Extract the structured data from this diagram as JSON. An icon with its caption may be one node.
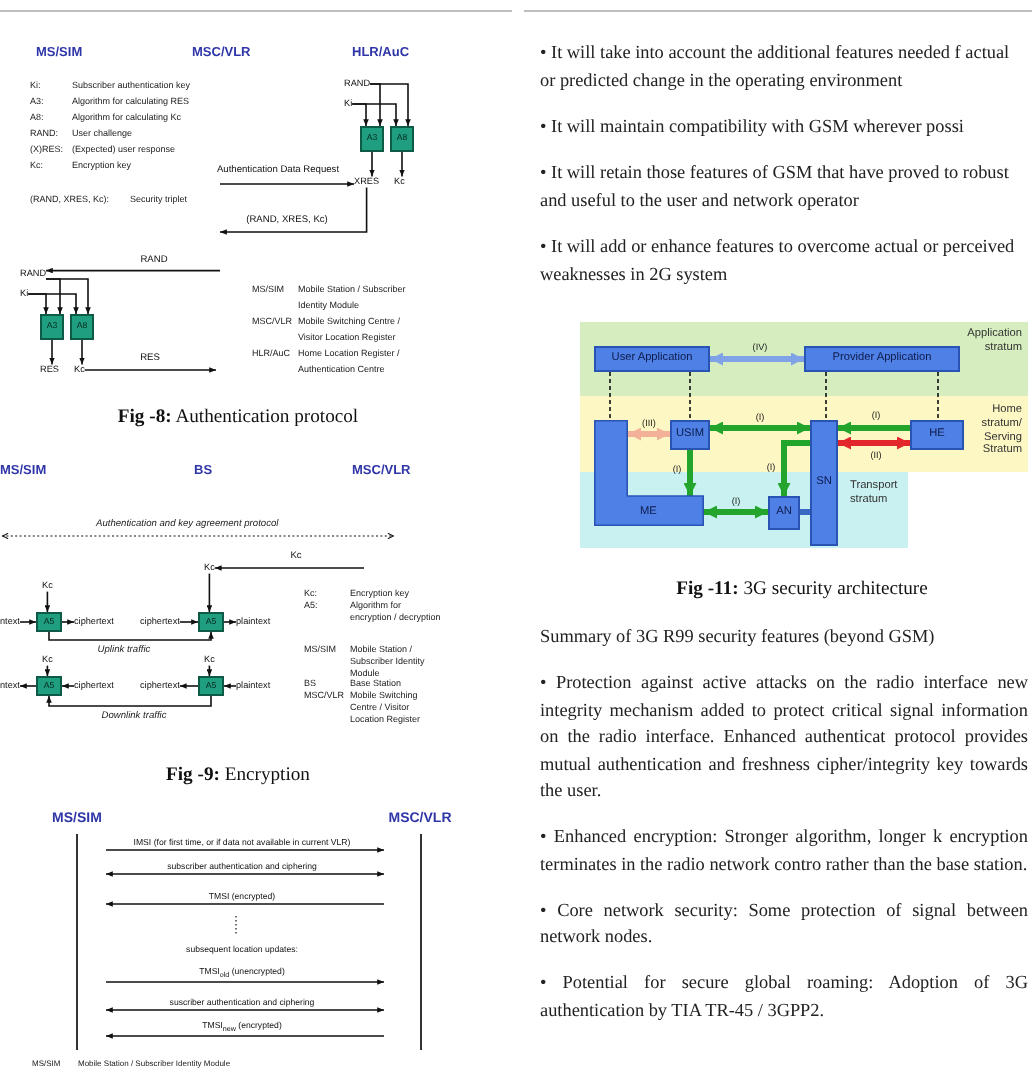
{
  "diagram": {
    "nodes": [
      {
        "text": [
          "RAND"
        ]
      },
      {
        "text": [
          "Ki"
        ]
      },
      {
        "text": [
          "A3"
        ]
      },
      {
        "text": [
          "A8"
        ]
      },
      {
        "text": [
          "XRES"
        ]
      },
      {
        "text": [
          "Kc"
        ]
      },
      {
        "text": [
          "RAND"
        ]
      },
      {
        "text": [
          "Ki"
        ]
      },
      {
        "text": [
          "A3"
        ]
      },
      {
        "text": [
          "A8"
        ]
      },
      {
        "text": [
          "RES"
        ]
      },
      {
        "text": [
          "Kc"
        ]
      },
      {
        "text": [
          "ntext"
        ]
      },
      {
        "text": [
          "Kc"
        ]
      },
      {
        "text": [
          "A5"
        ]
      },
      {
        "text": [
          "ciphertext"
        ]
      },
      {
        "text": [
          "ciphertext"
        ]
      },
      {
        "text": [
          "Kc"
        ]
      },
      {
        "text": [
          "A5"
        ]
      },
      {
        "text": [
          "plaintext"
        ]
      },
      {
        "text": [
          "ntext"
        ]
      },
      {
        "text": [
          "Kc"
        ]
      },
      {
        "text": [
          "A5"
        ]
      },
      {
        "text": [
          "ciphertext"
        ]
      },
      {
        "text": [
          "ciphertext"
        ]
      },
      {
        "text": [
          "Kc"
        ]
      },
      {
        "text": [
          "A5"
        ]
      },
      {
        "text": [
          "plaintext"
        ]
      },
      {
        "text": [
          "MS/SIM"
        ]
      },
      {
        "text": [
          "MSC/VLR"
        ]
      },
      {
        "text": [
          "Application stratum"
        ]
      },
      {
        "text": [
          "User Application"
        ],
        "in": 30
      },
      {
        "text": [
          "Provider Application"
        ],
        "in": 30
      },
      {
        "text": [
          "Home stratum/ Serving Stratum"
        ]
      },
      {
        "text": [
          "ME"
        ]
      },
      {
        "text": [
          "USIM"
        ],
        "in": 33
      },
      {
        "text": [
          "SN"
        ]
      },
      {
        "text": [
          "HE"
        ],
        "in": 33
      },
      {
        "text": [
          "Transport stratum"
        ]
      },
      {
        "text": [
          "AN"
        ],
        "in": 38
      }
    ],
    "edges": [
      {
        "from": 0,
        "to": 2,
        "arrow": "to"
      },
      {
        "from": 0,
        "to": 3,
        "arrow": "to"
      },
      {
        "from": 1,
        "to": 2,
        "arrow": "to"
      },
      {
        "from": 1,
        "to": 3,
        "arrow": "to"
      },
      {
        "from": 2,
        "to": 4,
        "arrow": "to"
      },
      {
        "from": 3,
        "to": 5,
        "arrow": "to"
      },
      {
        "from": null,
        "to": 4,
        "arrow": "to",
        "label": "Authentication Data Request"
      },
      {
        "from": 4,
        "to": null,
        "arrow": "to",
        "label": "(RAND, XRES, Kc)"
      },
      {
        "from": null,
        "to": 6,
        "arrow": "to",
        "label": "RAND"
      },
      {
        "from": 6,
        "to": 8,
        "arrow": "to"
      },
      {
        "from": 6,
        "to": 9,
        "arrow": "to"
      },
      {
        "from": 7,
        "to": 8,
        "arrow": "to"
      },
      {
        "from": 7,
        "to": 9,
        "arrow": "to"
      },
      {
        "from": 8,
        "to": 10,
        "arrow": "to"
      },
      {
        "from": 9,
        "to": 11,
        "arrow": "to"
      },
      {
        "from": 11,
        "to": null,
        "arrow": "to",
        "label": "RES"
      },
      {
        "from": null,
        "to": 17,
        "arrow": "to",
        "label": "Kc"
      },
      {
        "from": 12,
        "to": 14,
        "arrow": "to"
      },
      {
        "from": 13,
        "to": 14,
        "arrow": "to"
      },
      {
        "from": 14,
        "to": 15,
        "arrow": "to"
      },
      {
        "from": 16,
        "to": 18,
        "arrow": "to"
      },
      {
        "from": 17,
        "to": 18,
        "arrow": "to"
      },
      {
        "from": 18,
        "to": 19,
        "arrow": "to"
      },
      {
        "from": 14,
        "to": 18,
        "arrow": "to",
        "label": "Uplink traffic"
      },
      {
        "from": 22,
        "to": 20,
        "arrow": "to"
      },
      {
        "from": 21,
        "to": 22,
        "arrow": "to"
      },
      {
        "from": 23,
        "to": 22,
        "arrow": "to"
      },
      {
        "from": 26,
        "to": 24,
        "arrow": "to"
      },
      {
        "from": 25,
        "to": 26,
        "arrow": "to"
      },
      {
        "from": 27,
        "to": 26,
        "arrow": "to"
      },
      {
        "from": 26,
        "to": 22,
        "arrow": "to",
        "label": "Downlink traffic"
      },
      {
        "from": 28,
        "to": 29,
        "arrow": "to",
        "label": "IMSI (for first time, or if data not available in current VLR)"
      },
      {
        "from": 28,
        "to": 29,
        "arrow": "both",
        "label": "subscriber authentication and ciphering"
      },
      {
        "from": 29,
        "to": 28,
        "arrow": "to",
        "label": "TMSI (encrypted)"
      },
      {
        "from": 28,
        "to": 29,
        "arrow": "to",
        "label": "TMSI$_{old}$ (unencrypted)"
      },
      {
        "from": 28,
        "to": 29,
        "arrow": "both",
        "label": "suscriber authentication and ciphering"
      },
      {
        "from": 29,
        "to": 28,
        "arrow": "to",
        "label": "TMSI$_{new}$ (encrypted)"
      },
      {
        "from": 31,
        "to": 32,
        "arrow": "both",
        "label": "(IV)",
        "style": "thick",
        "color": "#7fa3e6"
      },
      {
        "from": 31,
        "to": 34,
        "arrow": "none",
        "style": "dashed"
      },
      {
        "from": 31,
        "to": 35,
        "arrow": "none",
        "style": "dashed"
      },
      {
        "from": 32,
        "to": 36,
        "arrow": "none",
        "style": "dashed"
      },
      {
        "from": 32,
        "to": 37,
        "arrow": "none",
        "style": "dashed"
      },
      {
        "from": 34,
        "to": 35,
        "arrow": "both",
        "label": "(III)",
        "style": "thick",
        "color": "#f4b19a"
      },
      {
        "from": 35,
        "to": 36,
        "arrow": "both",
        "label": "(I)",
        "style": "thick",
        "color": "#22a52a"
      },
      {
        "from": 37,
        "to": 36,
        "arrow": "to",
        "label": "(I)",
        "style": "thick",
        "color": "#22a52a"
      },
      {
        "from": 36,
        "to": 37,
        "arrow": "both",
        "label": "(II)",
        "style": "thick",
        "color": "#e3262b"
      },
      {
        "from": 35,
        "to": 34,
        "arrow": "to",
        "label": "(I)",
        "style": "thick",
        "color": "#22a52a"
      },
      {
        "from": 36,
        "to": 39,
        "arrow": "to",
        "label": "(I)",
        "style": "thick",
        "color": "#22a52a"
      },
      {
        "from": 34,
        "to": 39,
        "arrow": "both",
        "label": "(I)",
        "style": "thick",
        "color": "#22a52a"
      },
      {
        "from": 39,
        "to": 36,
        "arrow": "none",
        "style": "thick",
        "color": "#3a66c4"
      }
    ],
    "labels": [
      "MS/SIM",
      "MSC/VLR",
      "HLR/AuC",
      "Ki:",
      "Subscriber authentication key",
      "A3:",
      "Algorithm for calculating RES",
      "A8:",
      "Algorithm for calculating Kc",
      "RAND:",
      "User challenge",
      "(X)RES:",
      "(Expected) user response",
      "Kc:",
      "Encryption key",
      "(RAND, XRES, Kc):",
      "Security triplet",
      "MS/SIM",
      "Mobile Station / Subscriber Identity Module",
      "MSC/VLR",
      "Mobile Switching Centre / Visitor Location Register",
      "HLR/AuC",
      "Home Location Register / Authentication Centre",
      "**Fig -8:** Authentication protocol",
      "MS/SIM",
      "BS",
      "MSC/VLR",
      "Authentication and key agreement protocol",
      "Kc:",
      "Encryption key",
      "A5:",
      "Algorithm for encryption / decryption",
      "MS/SIM",
      "Mobile Station / Subscriber Identity Module",
      "BS",
      "Base Station",
      "MSC/VLR",
      "Mobile Switching Centre / Visitor Location Register",
      "**Fig -9:** Encryption",
      "subsequent location updates:",
      "MS/SIM",
      "Mobile Station / Subscriber Identity Module",
      "• It will take into account the additional features needed f actual or predicted change in the operating environment",
      "• It will maintain compatibility with GSM wherever possi",
      "• It will retain those features of GSM that have proved to robust and useful to the user and network operator",
      "• It will add or enhance features to overcome actual or perceived weaknesses in 2G system",
      "**Fig -11:** 3G security architecture",
      "Summary of 3G R99 security features (beyond GSM)",
      "• Protection against active attacks on the radio interface new integrity mechanism added to protect critical signal information on the radio interface. Enhanced authenticat protocol provides mutual authentication and freshness cipher/integrity key towards the user.",
      "• Enhanced encryption: Stronger algorithm, longer k encryption terminates in the radio network contro rather than the base station.",
      "• Core network security: Some protection of signal between network nodes.",
      "• Potential for secure global roaming: Adoption of 3G authentication by TIA TR-45 / 3GPP2."
    ]
  }
}
